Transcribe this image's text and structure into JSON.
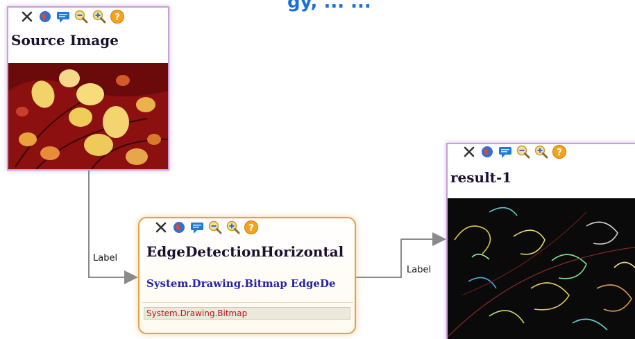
{
  "header": {
    "partial_title": "gy, ... ..."
  },
  "icons": [
    "close-icon",
    "globe-icon",
    "comment-icon",
    "zoom-out-icon",
    "zoom-in-icon",
    "help-icon"
  ],
  "nodes": {
    "source": {
      "title": "Source Image"
    },
    "edge": {
      "title": "EdgeDetectionHorizontal",
      "method": "System.Drawing.Bitmap EdgeDe",
      "output_type": "System.Drawing.Bitmap"
    },
    "result": {
      "title": "result-1"
    }
  },
  "connections": [
    {
      "from": "source",
      "to": "edge",
      "label": "Label"
    },
    {
      "from": "edge",
      "to": "result",
      "label": "Label"
    }
  ],
  "colors": {
    "node_border": "#c6a0d8",
    "edge_node_border": "#e2a24a",
    "method_text": "#2424a8",
    "output_text": "#c0141c",
    "connector": "#8a8a8a"
  }
}
